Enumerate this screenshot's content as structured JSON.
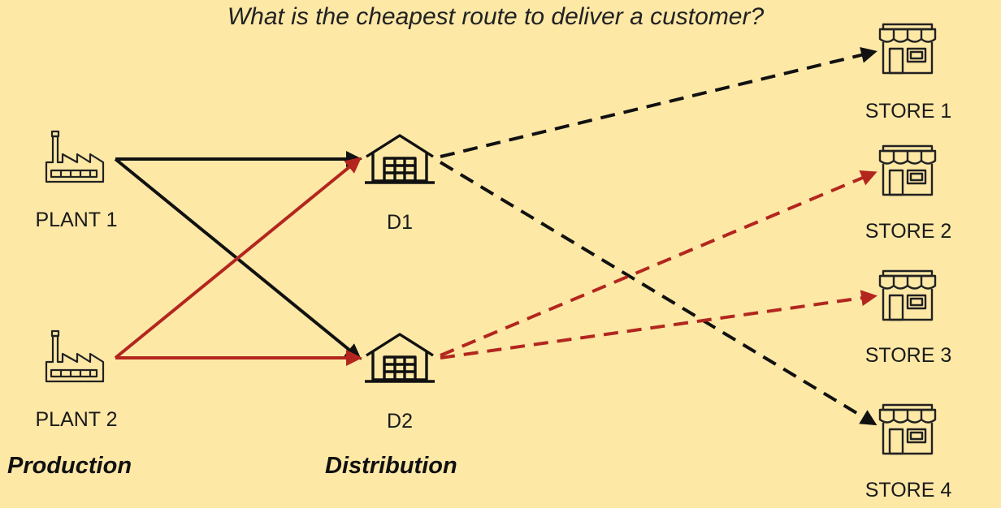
{
  "title": "What is the cheapest route to deliver a customer?",
  "plants": [
    {
      "label": "PLANT 1",
      "icon": "factory-icon"
    },
    {
      "label": "PLANT 2",
      "icon": "factory-icon"
    }
  ],
  "distribution_centers": [
    {
      "label": "D1",
      "icon": "warehouse-icon"
    },
    {
      "label": "D2",
      "icon": "warehouse-icon"
    }
  ],
  "stores": [
    {
      "label": "STORE 1",
      "icon": "store-icon"
    },
    {
      "label": "STORE 2",
      "icon": "store-icon"
    },
    {
      "label": "STORE 3",
      "icon": "store-icon"
    },
    {
      "label": "STORE 4",
      "icon": "store-icon"
    }
  ],
  "sections": {
    "production": "Production",
    "distribution": "Distribution"
  },
  "routes": [
    {
      "from": "PLANT 1",
      "to": "D1",
      "style": "solid",
      "color": "#111111"
    },
    {
      "from": "PLANT 1",
      "to": "D2",
      "style": "solid",
      "color": "#111111"
    },
    {
      "from": "PLANT 2",
      "to": "D1",
      "style": "solid",
      "color": "#b3261e"
    },
    {
      "from": "PLANT 2",
      "to": "D2",
      "style": "solid",
      "color": "#b3261e"
    },
    {
      "from": "D1",
      "to": "STORE 1",
      "style": "dashed",
      "color": "#111111"
    },
    {
      "from": "D1",
      "to": "STORE 4",
      "style": "dashed",
      "color": "#111111"
    },
    {
      "from": "D2",
      "to": "STORE 2",
      "style": "dashed",
      "color": "#b3261e"
    },
    {
      "from": "D2",
      "to": "STORE 3",
      "style": "dashed",
      "color": "#b3261e"
    }
  ],
  "colors": {
    "background": "#fde8a6",
    "black_route": "#111111",
    "red_route": "#b3261e"
  }
}
